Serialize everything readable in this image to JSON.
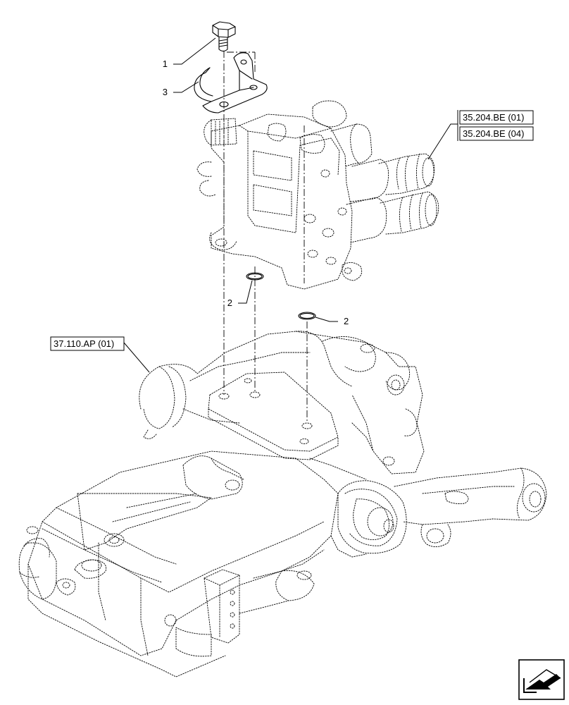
{
  "callouts": [
    {
      "label": "1"
    },
    {
      "label": "3"
    },
    {
      "label": "2"
    },
    {
      "label": "2"
    }
  ],
  "references": {
    "valve_refs": [
      "35.204.BE (01)",
      "35.204.BE (04)"
    ],
    "housing_ref": "37.110.AP (01)"
  },
  "nav_icon": "previous-page-arrow-icon"
}
